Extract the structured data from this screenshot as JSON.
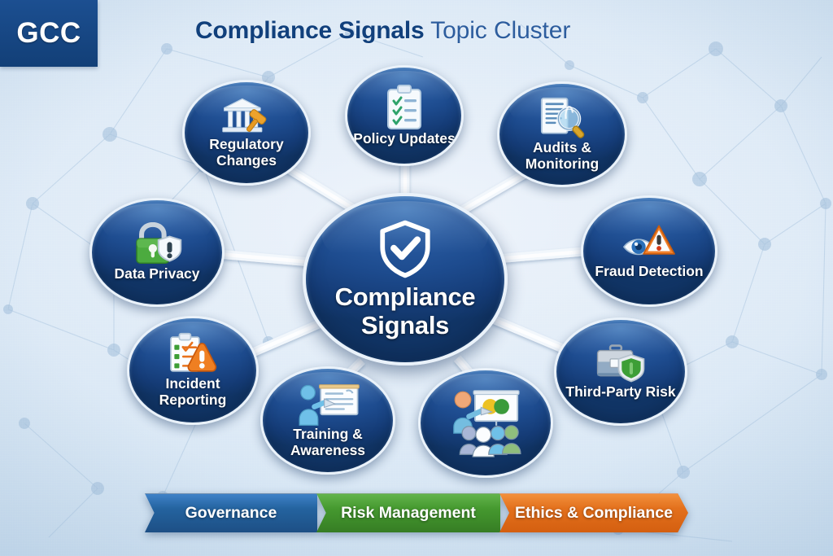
{
  "logo": {
    "text": "GCC"
  },
  "title": {
    "strong": "Compliance Signals",
    "light": " Topic Cluster"
  },
  "center": {
    "label": "Compliance Signals",
    "icon": "shield-check-icon",
    "color": "#1d4b8e"
  },
  "nodes": [
    {
      "id": "regulatory-changes",
      "label": "Regulatory Changes",
      "icon": "courthouse-gavel-icon"
    },
    {
      "id": "policy-updates",
      "label": "Policy Updates",
      "icon": "clipboard-checklist-icon"
    },
    {
      "id": "audits-monitoring",
      "label": "Audits & Monitoring",
      "icon": "document-magnifier-icon"
    },
    {
      "id": "fraud-detection",
      "label": "Fraud Detection",
      "icon": "eye-warning-icon"
    },
    {
      "id": "third-party-risk",
      "label": "Third-Party Risk",
      "icon": "briefcase-shield-icon"
    },
    {
      "id": "presentation-node",
      "label": "",
      "icon": "presenter-audience-icon"
    },
    {
      "id": "training-awareness",
      "label": "Training & Awareness",
      "icon": "presenter-whiteboard-icon"
    },
    {
      "id": "incident-reporting",
      "label": "Incident Reporting",
      "icon": "clipboard-alert-icon"
    },
    {
      "id": "data-privacy",
      "label": "Data Privacy",
      "icon": "padlock-shield-icon"
    }
  ],
  "banner": {
    "segments": [
      {
        "id": "governance",
        "label": "Governance",
        "color": "#24639f"
      },
      {
        "id": "risk-management",
        "label": "Risk Management",
        "color": "#45992f"
      },
      {
        "id": "ethics-compliance",
        "label": "Ethics & Compliance",
        "color": "#e3701c"
      }
    ]
  },
  "theme": {
    "background_top": "#eef4fb",
    "background_bottom": "#bcd4ea",
    "node_blue": "#1d4b8e",
    "title_blue": "#11407c",
    "accent_orange": "#e3701c",
    "accent_green": "#45992f"
  }
}
